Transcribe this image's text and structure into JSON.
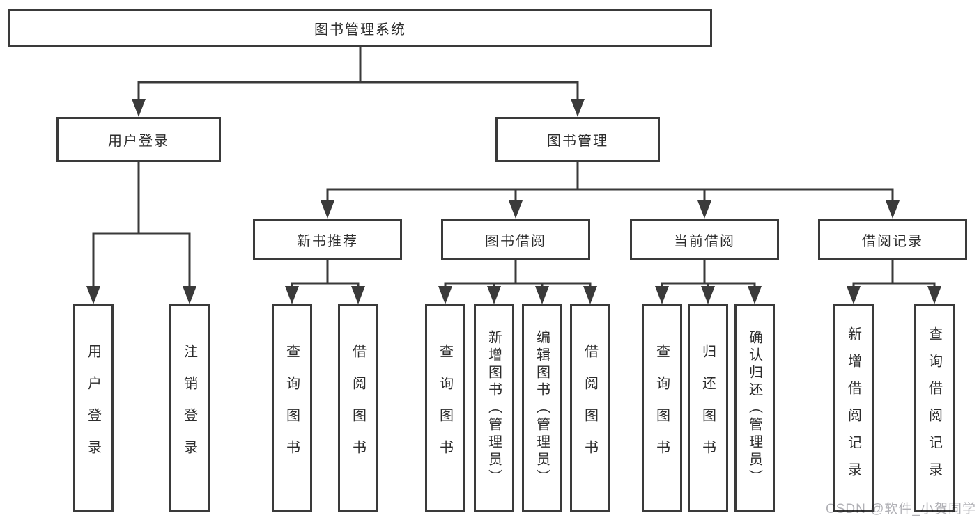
{
  "diagram": {
    "title": "图书管理系统",
    "watermark": "CSDN @软件_小贺同学",
    "colors": {
      "line": "#3a3a3a",
      "text": "#2d2d2d",
      "background": "#ffffff",
      "watermark": "#b1b1b6"
    },
    "nodes": [
      {
        "id": "root",
        "label": "图书管理系统",
        "level": 1
      },
      {
        "id": "user-login",
        "label": "用户登录",
        "level": 2
      },
      {
        "id": "book-management",
        "label": "图书管理",
        "level": 2
      },
      {
        "id": "new-book-recommend",
        "label": "新书推荐",
        "level": 3
      },
      {
        "id": "book-borrowing",
        "label": "图书借阅",
        "level": 3
      },
      {
        "id": "current-borrowing",
        "label": "当前借阅",
        "level": 3
      },
      {
        "id": "borrowing-records",
        "label": "借阅记录",
        "level": 3
      },
      {
        "id": "user-login-action",
        "label": "用户登录",
        "level": 4
      },
      {
        "id": "logout-action",
        "label": "注销登录",
        "level": 4
      },
      {
        "id": "recommend-query-books",
        "label": "查询图书",
        "level": 4
      },
      {
        "id": "recommend-borrow-books",
        "label": "借阅图书",
        "level": 4
      },
      {
        "id": "borrowing-query-books",
        "label": "查询图书",
        "level": 4
      },
      {
        "id": "borrowing-add-books-admin",
        "label": "新增图书（管理员）",
        "level": 4
      },
      {
        "id": "borrowing-edit-books-admin",
        "label": "编辑图书（管理员）",
        "level": 4
      },
      {
        "id": "borrowing-borrow-books",
        "label": "借阅图书",
        "level": 4
      },
      {
        "id": "current-query-books",
        "label": "查询图书",
        "level": 4
      },
      {
        "id": "current-return-books",
        "label": "归还图书",
        "level": 4
      },
      {
        "id": "current-confirm-return-admin",
        "label": "确认归还（管理员）",
        "level": 4
      },
      {
        "id": "records-add-borrow-record",
        "label": "新增借阅记录",
        "level": 4
      },
      {
        "id": "records-query-borrow-record",
        "label": "查询借阅记录",
        "level": 4
      }
    ],
    "edges": [
      {
        "from": "root",
        "to": [
          "user-login",
          "book-management"
        ]
      },
      {
        "from": "user-login",
        "to": [
          "user-login-action",
          "logout-action"
        ]
      },
      {
        "from": "book-management",
        "to": [
          "new-book-recommend",
          "book-borrowing",
          "current-borrowing",
          "borrowing-records"
        ]
      },
      {
        "from": "new-book-recommend",
        "to": [
          "recommend-query-books",
          "recommend-borrow-books"
        ]
      },
      {
        "from": "book-borrowing",
        "to": [
          "borrowing-query-books",
          "borrowing-add-books-admin",
          "borrowing-edit-books-admin",
          "borrowing-borrow-books"
        ]
      },
      {
        "from": "current-borrowing",
        "to": [
          "current-query-books",
          "current-return-books",
          "current-confirm-return-admin"
        ]
      },
      {
        "from": "borrowing-records",
        "to": [
          "records-add-borrow-record",
          "records-query-borrow-record"
        ]
      }
    ]
  }
}
